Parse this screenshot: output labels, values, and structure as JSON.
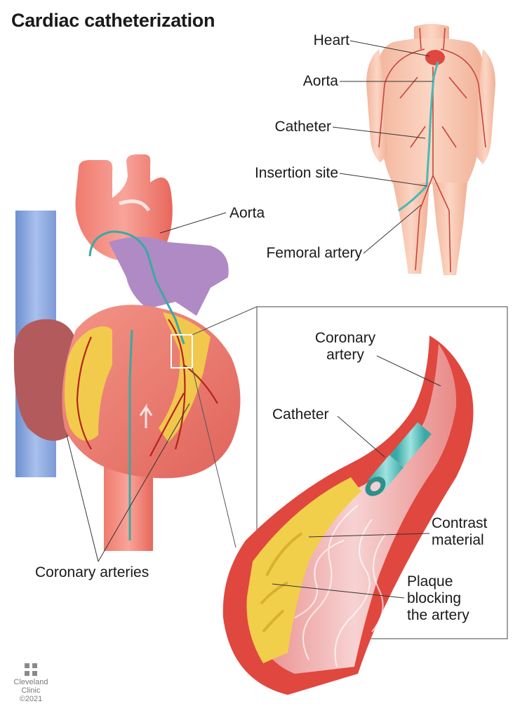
{
  "title": "Cardiac catheterization",
  "body_labels": {
    "heart": "Heart",
    "aorta": "Aorta",
    "catheter": "Catheter",
    "insertion_site": "Insertion site",
    "femoral_artery": "Femoral artery"
  },
  "heart_labels": {
    "aorta": "Aorta",
    "coronary_arteries": "Coronary arteries"
  },
  "inset_labels": {
    "coronary_artery_line1": "Coronary",
    "coronary_artery_line2": "artery",
    "catheter": "Catheter",
    "contrast_line1": "Contrast",
    "contrast_line2": "material",
    "plaque_line1": "Plaque",
    "plaque_line2": "blocking",
    "plaque_line3": "the artery"
  },
  "logo": {
    "line1": "Cleveland",
    "line2": "Clinic",
    "copyright": "©2021"
  },
  "colors": {
    "artery_red": "#e0473f",
    "artery_pink": "#f4a39a",
    "plaque_yellow": "#f2cf4a",
    "catheter_teal": "#4fc1bd",
    "vein_blue": "#7f9fd8",
    "pulmonary_purple": "#b08ac4",
    "skin": "#f7c9b3"
  }
}
